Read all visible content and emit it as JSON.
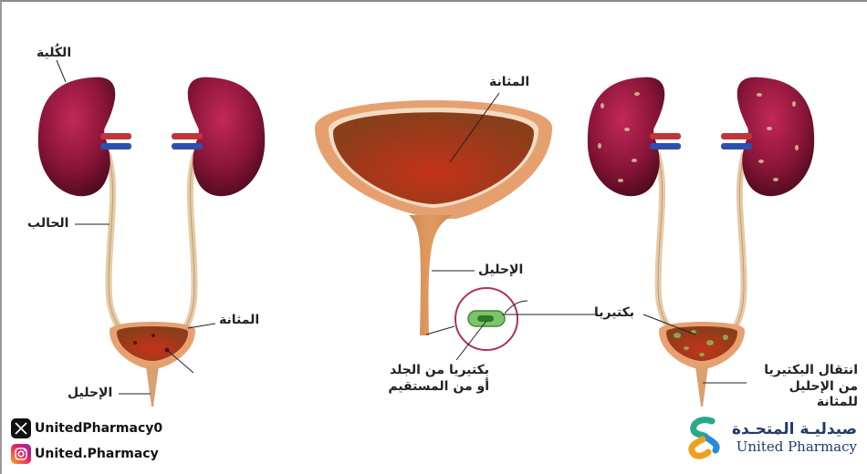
{
  "diagram": {
    "left_panel": {
      "labels": {
        "kidney": "الكُلية",
        "ureter": "الحالب",
        "bladder": "المثانة",
        "urethra": "الإحليل"
      }
    },
    "center_panel": {
      "labels": {
        "bladder": "المثانة",
        "urethra": "الإحليل",
        "bacteria_source": "بكتيريا من الجلد أو من المستقيم"
      }
    },
    "right_panel": {
      "labels": {
        "bacteria": "بكتيريا",
        "transfer": "انتقال البكتيريا من الإحليل للمثانة"
      }
    },
    "colors": {
      "kidney": "#8a1538",
      "kidney_highlight": "#c2285a",
      "artery": "#c0353a",
      "vein": "#2c4fb0",
      "ureter": "#e8cba4",
      "bladder_wall": "#e8a070",
      "bladder_inner": "#a8481c",
      "urethra": "#d98a4e",
      "bacteria": "#5aa84a",
      "magnifier_ring": "#b0305a"
    }
  },
  "footer": {
    "social": [
      {
        "icon": "x-icon",
        "handle": "UnitedPharmacy0"
      },
      {
        "icon": "instagram-icon",
        "handle": "United.Pharmacy"
      }
    ],
    "brand": {
      "name_ar": "صيدليـة المتحـدة",
      "name_en": "United Pharmacy"
    }
  }
}
